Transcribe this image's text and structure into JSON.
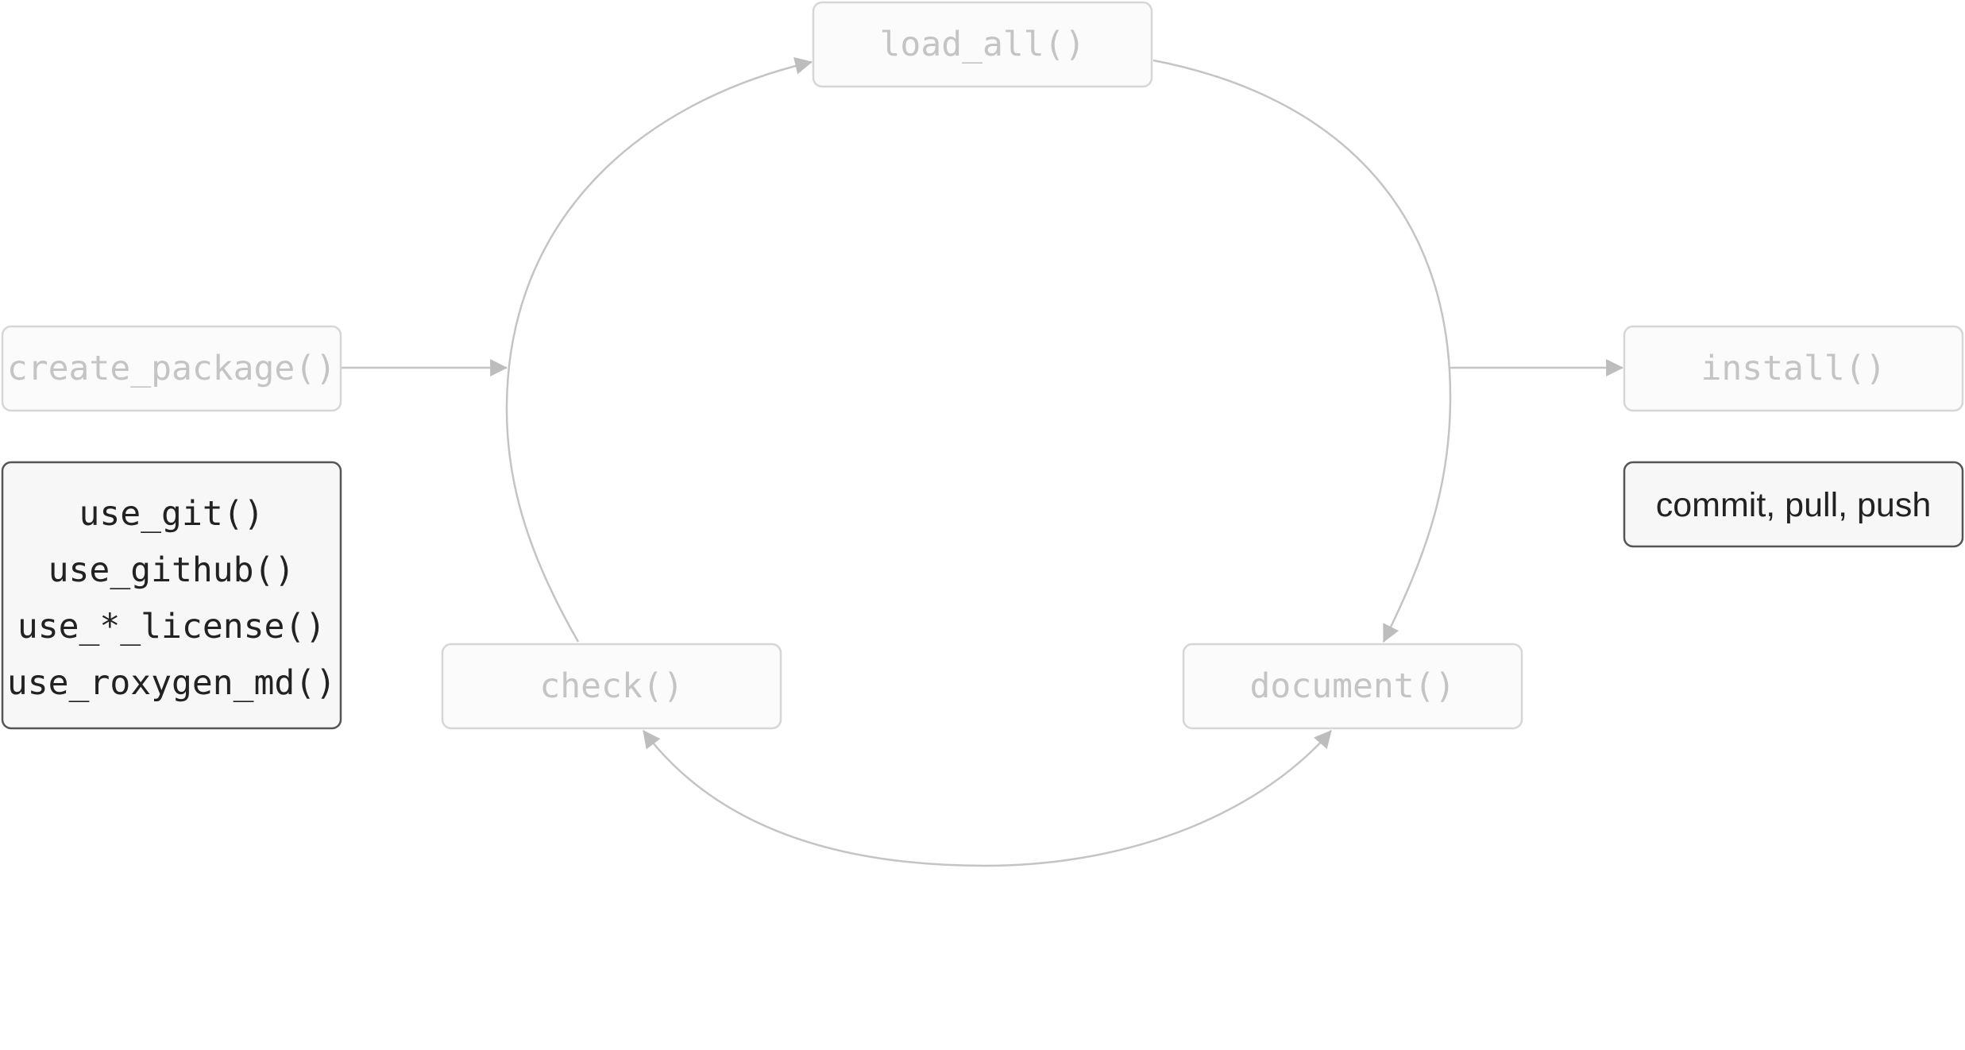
{
  "nodes": {
    "load_all": "load_all()",
    "create_package": "create_package()",
    "install": "install()",
    "check": "check()",
    "document": "document()",
    "setup": [
      "use_git()",
      "use_github()",
      "use_*_license()",
      "use_roxygen_md()"
    ],
    "git": "commit, pull, push"
  },
  "colors": {
    "faded_text": "#c4c4c4",
    "faded_border": "#d6d6d6",
    "dark_text": "#222222",
    "dark_border": "#555555",
    "edge": "#c4c4c4"
  }
}
